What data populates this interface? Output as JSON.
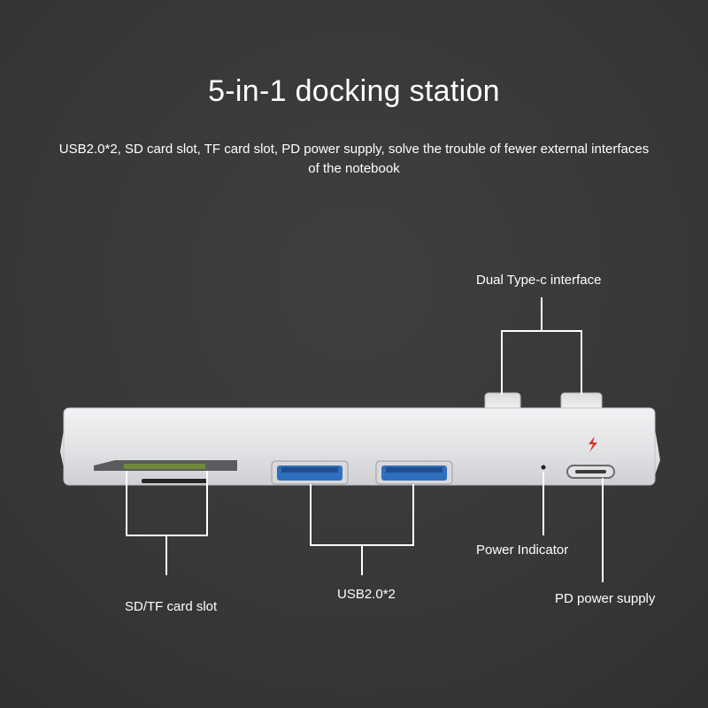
{
  "title": "5-in-1 docking station",
  "subtitle": "USB2.0*2, SD card slot, TF card slot, PD power supply, solve the trouble of fewer external interfaces of the notebook",
  "labels": {
    "dual_typec": "Dual Type-c interface",
    "power_indicator": "Power Indicator",
    "pd_power": "PD power supply",
    "card_slot": "SD/TF card slot",
    "usb": "USB2.0*2"
  },
  "colors": {
    "background": "#3a3a3a",
    "device_body": "#e6e7e9",
    "usb_port": "#2f6fbf",
    "lightning": "#d9342b",
    "callout_lines": "#ffffff"
  },
  "icons": [
    "lightning-bolt-icon"
  ]
}
